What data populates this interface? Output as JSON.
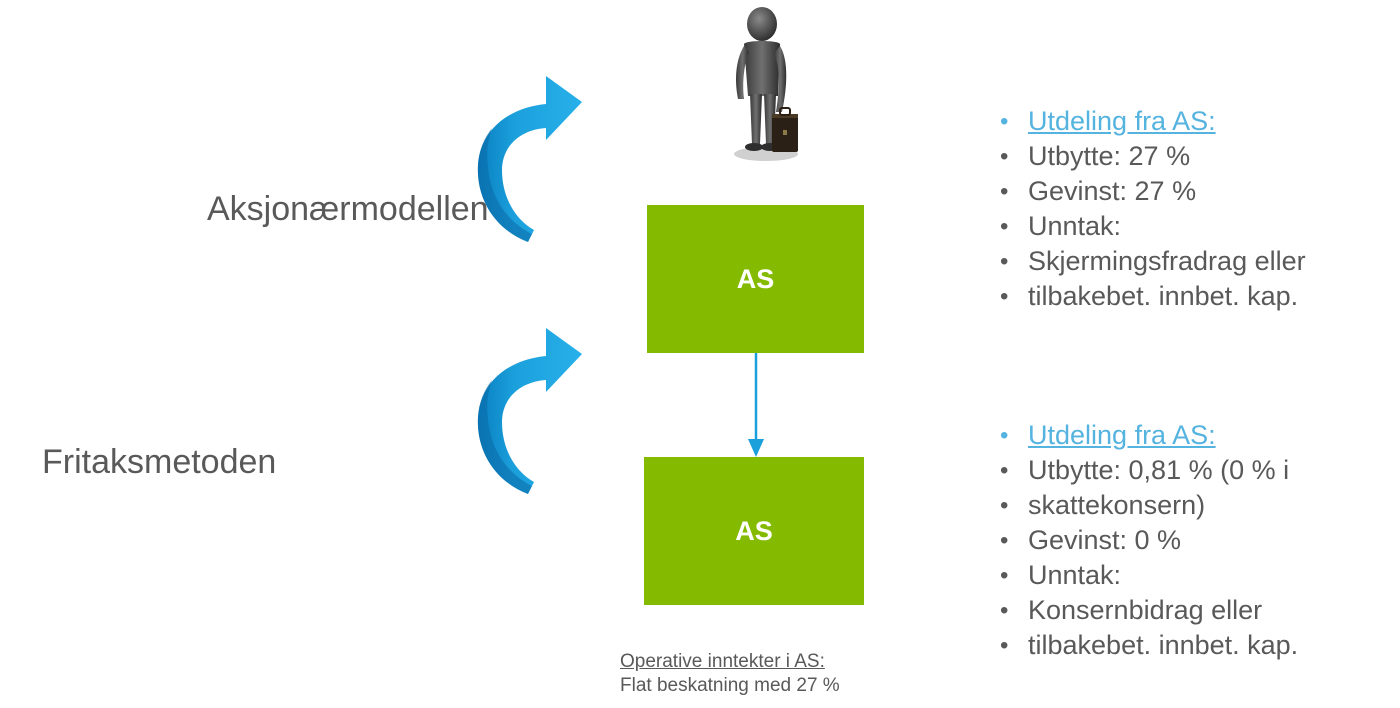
{
  "left_labels": {
    "top": "Aksjonærmodellen",
    "bottom": "Fritaksmetoden"
  },
  "boxes": {
    "top": "AS",
    "bottom": "AS"
  },
  "caption": {
    "line1": "Operative inntekter i AS:",
    "line2": "Flat beskatning med 27 %"
  },
  "bullets_top": [
    "Utdeling fra AS:",
    "Utbytte: 27 %",
    "Gevinst: 27 %",
    "Unntak:",
    "Skjermingsfradrag eller",
    "tilbakebet. innbet. kap."
  ],
  "bullets_bottom": [
    "Utdeling fra AS:",
    "Utbytte: 0,81 % (0 % i",
    "skattekonsern)",
    "Gevinst: 0 %",
    "Unntak:",
    "Konsernbidrag eller",
    "tilbakebet. innbet. kap."
  ],
  "icons": {
    "person": "person-with-briefcase-icon",
    "curved_arrow": "curved-arrow-icon",
    "connector": "down-arrow-connector"
  },
  "colors": {
    "box_green": "#84bb00",
    "arrow_blue": "#1ba0dc",
    "heading_blue": "#55b3df",
    "text_gray": "#595959"
  }
}
